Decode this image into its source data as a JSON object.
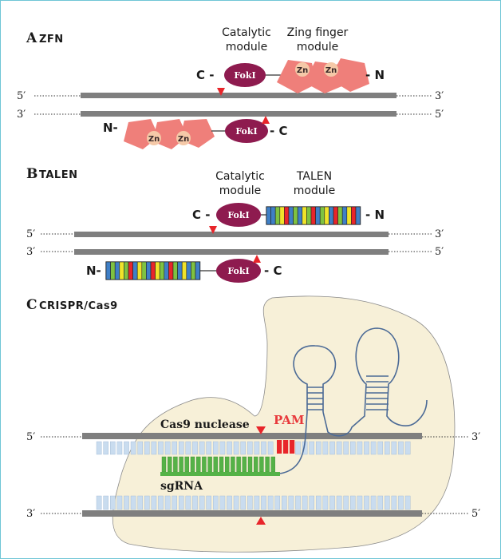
{
  "panels": {
    "a": {
      "letter": "A",
      "name": "ZFN"
    },
    "b": {
      "letter": "B",
      "name": "TALEN"
    },
    "c": {
      "letter": "C",
      "name": "CRISPR/Cas9"
    }
  },
  "labels": {
    "catalytic_line1": "Catalytic",
    "catalytic_line2": "module",
    "zinc_line1": "Zing finger",
    "zinc_line2": "module",
    "talen_line1": "TALEN",
    "talen_line2": "module",
    "five_prime": "5′",
    "three_prime": "3′",
    "c_term": "C -",
    "n_term": "- N",
    "n_term_left": "N-",
    "c_term_right": "- C",
    "fokl": "FokI",
    "zn": "Zn",
    "cas9_nuclease": "Cas9 nuclease",
    "pam": "PAM",
    "sgrna": "sgRNA"
  },
  "colors": {
    "dna_strand": "#7f7f7f",
    "fokl": "#8e1b4f",
    "zinc_finger": "#ef7f7a",
    "zn_circle": "#f5c9a8",
    "cleavage_site": "#e8252a",
    "cas9_body": "#f7f0d8",
    "base_pair": "#c9dcef",
    "sgrna": "#55b247",
    "pam": "#e8252a",
    "rna_hairpin": "#4b6a96",
    "tale_repeats": [
      "#3f7fc6",
      "#7fc241",
      "#f0e32a",
      "#e8252a"
    ]
  },
  "talen_top_repeats": [
    "#3f7fc6",
    "#3f7fc6",
    "#7fc241",
    "#f0e32a",
    "#e8252a",
    "#3f7fc6",
    "#7fc241",
    "#3f7fc6",
    "#f0e32a",
    "#7fc241",
    "#e8252a",
    "#3f7fc6",
    "#7fc241",
    "#f0e32a",
    "#3f7fc6",
    "#e8252a",
    "#7fc241",
    "#3f7fc6",
    "#f0e32a",
    "#e8252a",
    "#3f7fc6"
  ],
  "talen_bottom_repeats": [
    "#3f7fc6",
    "#7fc241",
    "#3f7fc6",
    "#f0e32a",
    "#7fc241",
    "#e8252a",
    "#3f7fc6",
    "#f0e32a",
    "#7fc241",
    "#3f7fc6",
    "#e8252a",
    "#f0e32a",
    "#7fc241",
    "#3f7fc6",
    "#e8252a",
    "#7fc241",
    "#3f7fc6",
    "#f0e32a",
    "#3f7fc6",
    "#7fc241",
    "#3f7fc6"
  ]
}
